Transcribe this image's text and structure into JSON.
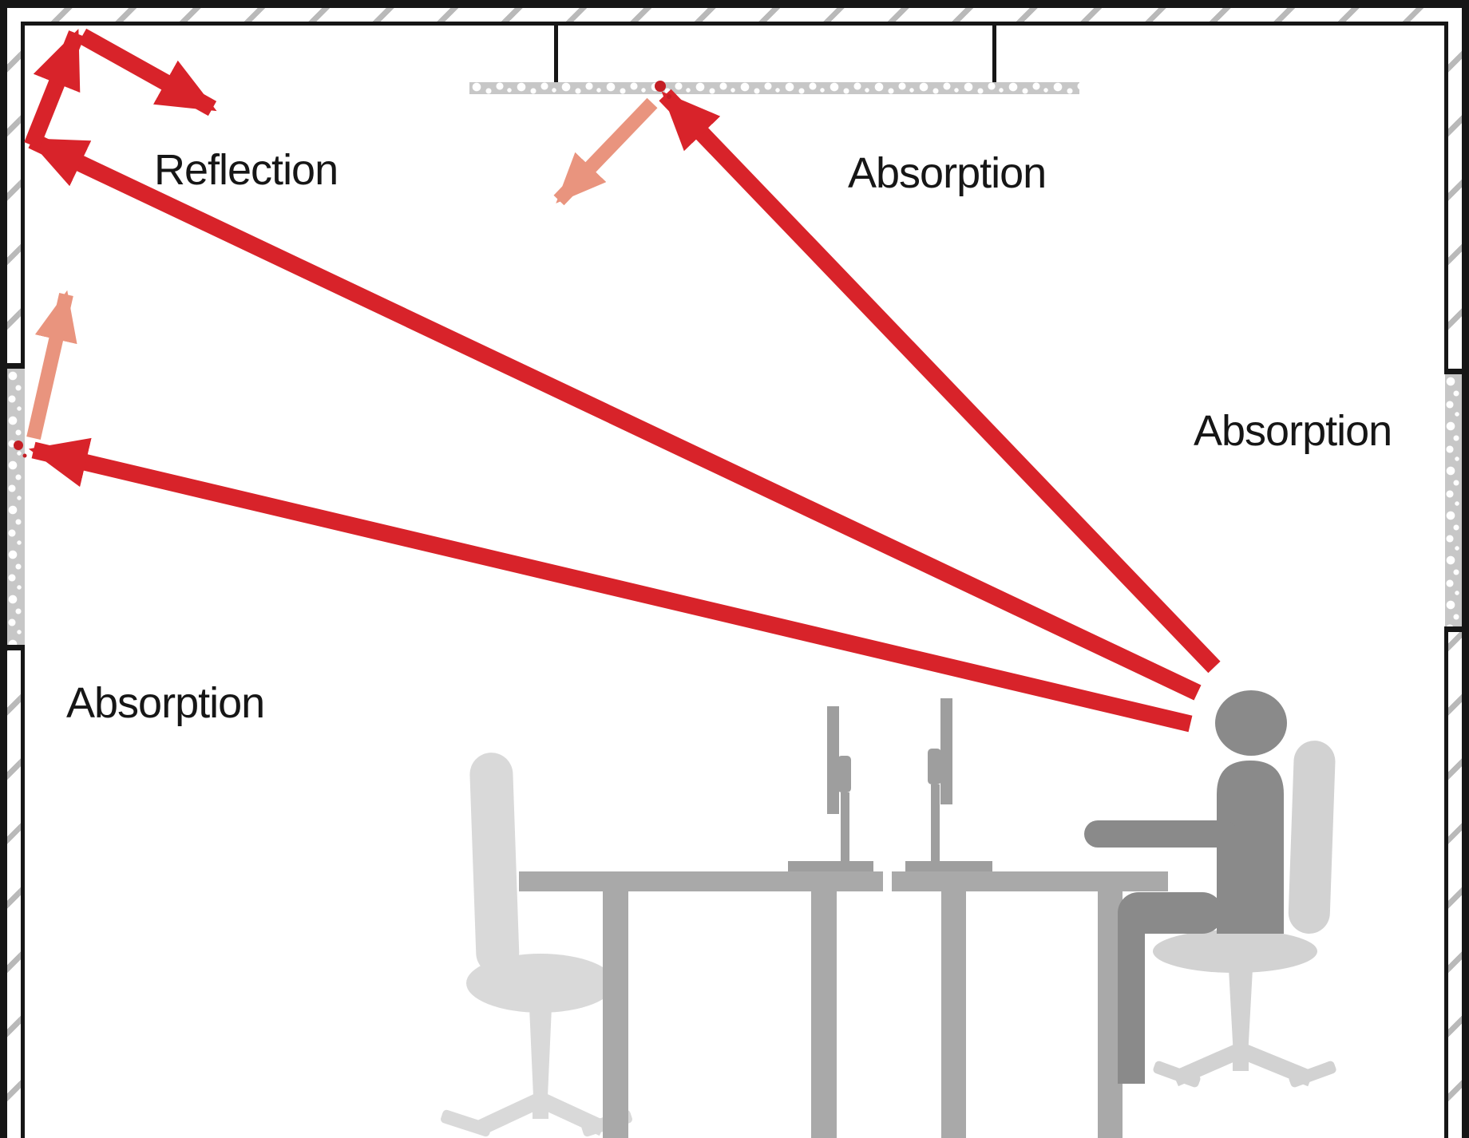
{
  "title": "Room acoustics diagram: reflection and absorption of sound",
  "labels": {
    "reflection": "Reflection",
    "absorption_ceiling": "Absorption",
    "absorption_right_wall": "Absorption",
    "absorption_left_wall": "Absorption"
  },
  "colors": {
    "ray_red": "#d8232a",
    "impact_red": "#c41e24",
    "ray_salmon": "#e9947e",
    "wall_black": "#161616",
    "hatch_gray": "#b9b9b9",
    "absorber_panel_gray": "#c7c7c7",
    "desk_gray": "#a9a9a9",
    "monitor_gray": "#9e9e9e",
    "person_gray": "#8a8a8a",
    "person_chair_gray": "#d2d2d2",
    "empty_chair_gray": "#d9d9d9"
  },
  "icons": {
    "rays": [
      "reflection-ray",
      "ceiling-absorption-ray",
      "wall-absorption-ray"
    ],
    "furniture": [
      "office-desk",
      "monitor",
      "office-chair",
      "seated-person"
    ]
  }
}
